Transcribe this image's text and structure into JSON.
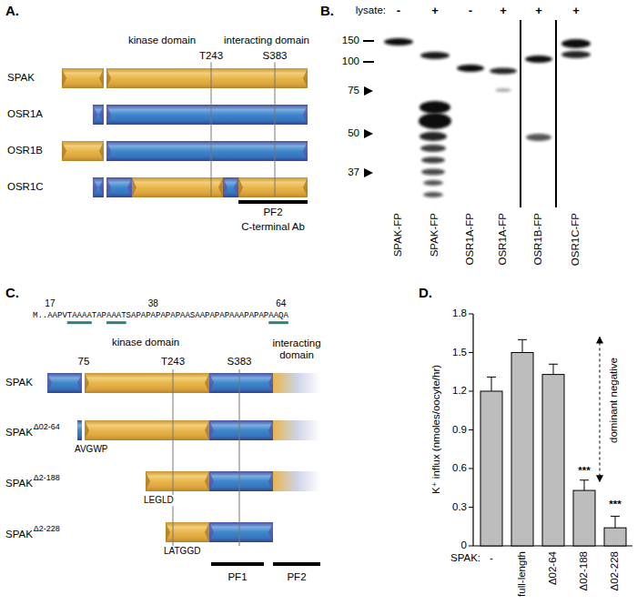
{
  "diagram": {
    "labels": [
      "A.",
      "kinase domain",
      "T243",
      "S383",
      "interacting domain",
      "SPAK",
      "OSR1A",
      "OSR1B",
      "OSR1C",
      "PF2",
      "C-terminal Ab",
      "B.",
      "lysate:",
      "-",
      "+",
      "-",
      "+",
      "+",
      "+",
      "150",
      "100",
      "75",
      "50",
      "37",
      "SPAK-FP",
      "SPAK-FP",
      "OSR1A-FP",
      "OSR1A-FP",
      "OSR1B-FP",
      "OSR1C-FP",
      "C.",
      "17",
      "38",
      "64",
      "M..AAPVTAAAATAPAAATSAPAPAPAPAPAASAAPAPAPAAAPAPAPAAQA",
      "kinase domain",
      "75",
      "T243",
      "S383",
      "interacting domain",
      "SPAK",
      "SPAK",
      "Δ02-64",
      "AVGWP",
      "SPAK",
      "Δ2-188",
      "LEGLD",
      "SPAK",
      "Δ2-228",
      "LATGGD",
      "PF1",
      "PF2",
      "D.",
      "1.8",
      "1.5",
      "1.2",
      "0.9",
      "0.6",
      "0.3",
      "0",
      "K⁺ influx (nmoles/oocyte/hr)",
      "dominant negative",
      "***",
      "***",
      "SPAK:",
      "-",
      "full-length",
      "Δ02-64",
      "Δ02-188",
      "Δ02-228"
    ]
  }
}
